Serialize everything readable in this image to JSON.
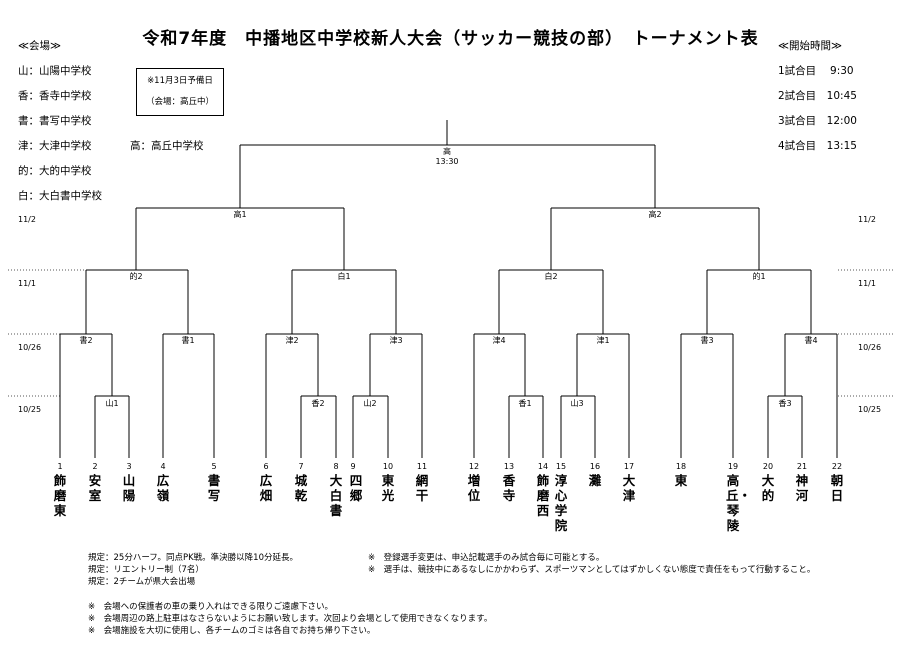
{
  "title": "令和7年度　中播地区中学校新人大会（サッカー競技の部）　トーナメント表",
  "venues": {
    "heading": "≪会場≫",
    "items": [
      "山：山陽中学校",
      "香：香寺中学校",
      "書：書写中学校",
      "津：大津中学校",
      "的：大的中学校",
      "白：大白書中学校"
    ],
    "extra": "高：高丘中学校"
  },
  "reserve_note": {
    "line1": "※11月3日予備日",
    "line2": "（会場：高丘中）"
  },
  "times": {
    "heading": "≪開始時間≫",
    "items": [
      "1試合目　 9:30",
      "2試合目　10:45",
      "3試合目　12:00",
      "4試合目　13:15"
    ]
  },
  "dates": {
    "final": "11/2",
    "semi": "11/1",
    "round2": "10/26",
    "round1": "10/25"
  },
  "matches": {
    "final": "高",
    "final_time": "13:30",
    "semi_left": "高1",
    "semi_right": "高2",
    "qf1": "的2",
    "qf2": "白1",
    "qf3": "白2",
    "qf4": "的1",
    "r2_1": "書2",
    "r2_2": "書1",
    "r2_3": "津2",
    "r2_4": "津3",
    "r2_5": "津4",
    "r2_6": "津1",
    "r2_7": "書3",
    "r2_8": "書4",
    "r1_1": "山1",
    "r1_2": "香2",
    "r1_3": "山2",
    "r1_4": "香1",
    "r1_5": "山3",
    "r1_6": "香3"
  },
  "teams": [
    {
      "num": "1",
      "name": "飾磨東"
    },
    {
      "num": "2",
      "name": "安室"
    },
    {
      "num": "3",
      "name": "山陽"
    },
    {
      "num": "4",
      "name": "広嶺"
    },
    {
      "num": "5",
      "name": "書写"
    },
    {
      "num": "6",
      "name": "広畑"
    },
    {
      "num": "7",
      "name": "城乾"
    },
    {
      "num": "8",
      "name": "大白書"
    },
    {
      "num": "9",
      "name": "四郷"
    },
    {
      "num": "10",
      "name": "東光"
    },
    {
      "num": "11",
      "name": "網干"
    },
    {
      "num": "12",
      "name": "増位"
    },
    {
      "num": "13",
      "name": "香寺"
    },
    {
      "num": "14",
      "name": "飾磨西"
    },
    {
      "num": "15",
      "name": "淳心学院"
    },
    {
      "num": "16",
      "name": "灘"
    },
    {
      "num": "17",
      "name": "大津"
    },
    {
      "num": "18",
      "name": "東"
    },
    {
      "num": "19",
      "name": "高丘・琴陵"
    },
    {
      "num": "20",
      "name": "大的"
    },
    {
      "num": "21",
      "name": "神河"
    },
    {
      "num": "22",
      "name": "朝日"
    }
  ],
  "rules": [
    "規定：25分ハーフ。同点PK戦。準決勝以降10分延長。",
    "規定：リエントリー制（7名）",
    "規定：2チームが県大会出場"
  ],
  "notes": [
    "※　登録選手変更は、申込記載選手のみ試合毎に可能とする。",
    "※　選手は、競技中にあるなしにかかわらず、スポーツマンとしてはずかしくない態度で責任をもって行動すること。"
  ],
  "footer": [
    "※　会場への保護者の車の乗り入れはできる限りご遠慮下さい。",
    "※　会場周辺の路上駐車はなさらないようにお願い致します。次回より会場として使用できなくなります。",
    "※　会場施設を大切に使用し、各チームのゴミは各自でお持ち帰り下さい。"
  ]
}
